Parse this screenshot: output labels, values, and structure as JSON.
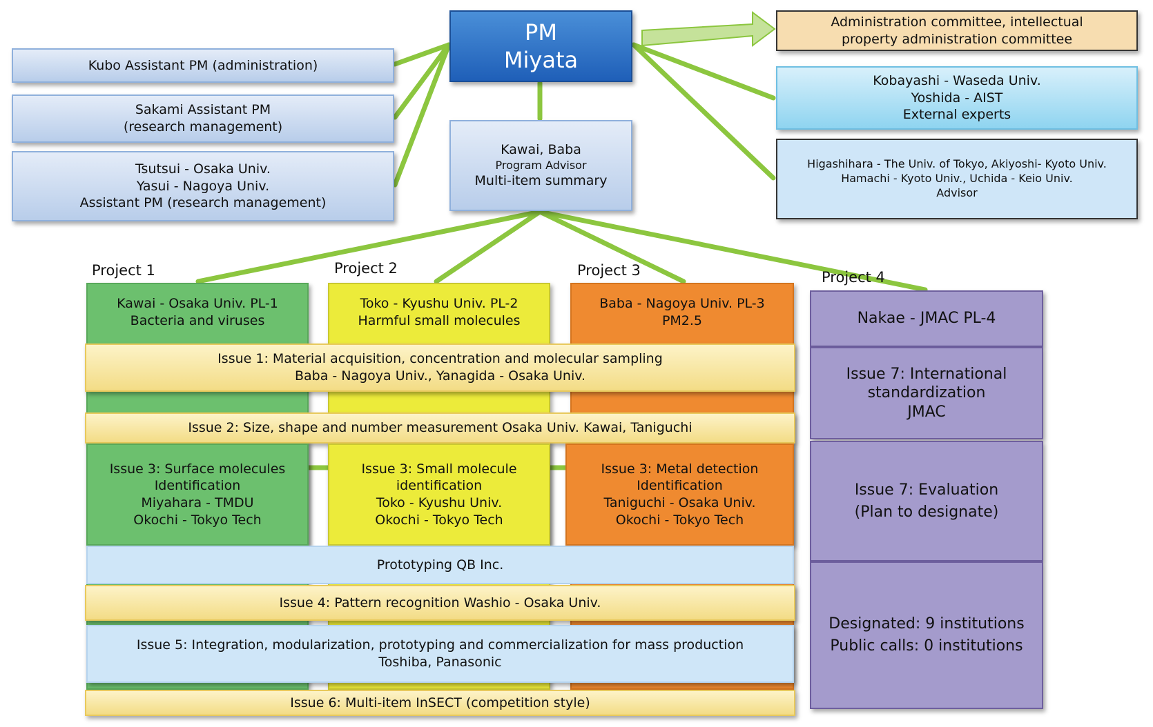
{
  "pm": {
    "line1": "PM",
    "line2": "Miyata"
  },
  "left_boxes": {
    "kubo": "Kubo Assistant PM (administration)",
    "sakami_1": "Sakami Assistant PM",
    "sakami_2": "(research management)",
    "tsutsui_1": "Tsutsui - Osaka Univ.",
    "tsutsui_2": "Yasui - Nagoya Univ.",
    "tsutsui_3": "Assistant PM (research management)"
  },
  "advisor": {
    "line1": "Kawai, Baba",
    "line2": "Program Advisor",
    "line3": "Multi-item summary"
  },
  "right_boxes": {
    "admin_1": "Administration committee, intellectual",
    "admin_2": "property administration committee",
    "experts_1": "Kobayashi - Waseda Univ.",
    "experts_2": "Yoshida - AIST",
    "experts_3": "External experts",
    "advisors_1": "Higashihara - The Univ. of Tokyo, Akiyoshi- Kyoto Univ.",
    "advisors_2": "Hamachi - Kyoto Univ., Uchida - Keio Univ.",
    "advisors_3": "Advisor"
  },
  "projects": {
    "p1_label": "Project 1",
    "p2_label": "Project 2",
    "p3_label": "Project 3",
    "p4_label": "Project 4",
    "p1_1": "Kawai - Osaka Univ. PL-1",
    "p1_2": "Bacteria and viruses",
    "p2_1": "Toko - Kyushu Univ. PL-2",
    "p2_2": "Harmful small molecules",
    "p3_1": "Baba - Nagoya Univ.  PL-3",
    "p3_2": "PM2.5",
    "p4_1": "Nakae - JMAC PL-4"
  },
  "issues": {
    "i1_1": "Issue 1: Material acquisition, concentration and molecular sampling",
    "i1_2": "Baba - Nagoya Univ., Yanagida - Osaka Univ.",
    "i2": "Issue 2: Size, shape and number measurement  Osaka Univ. Kawai, Taniguchi",
    "i3a_1": "Issue 3: Surface molecules",
    "i3a_2": "Identification",
    "i3a_3": "Miyahara - TMDU",
    "i3a_4": "Okochi  - Tokyo Tech",
    "i3b_1": "Issue 3: Small molecule",
    "i3b_2": "identification",
    "i3b_3": "Toko - Kyushu Univ.",
    "i3b_4": "Okochi - Tokyo Tech",
    "i3c_1": "Issue 3: Metal detection",
    "i3c_2": "Identification",
    "i3c_3": "Taniguchi  - Osaka Univ.",
    "i3c_4": "Okochi - Tokyo Tech",
    "proto": "Prototyping  QB Inc.",
    "i4": "Issue 4: Pattern recognition Washio  - Osaka Univ.",
    "i5_1": "Issue 5: Integration, modularization, prototyping and commercialization for mass production",
    "i5_2": "Toshiba, Panasonic",
    "i6": "Issue 6: Multi-item InSECT (competition style)",
    "i7a_1": "Issue 7: International",
    "i7a_2": "standardization",
    "i7a_3": "JMAC",
    "i7b_1": "Issue 7: Evaluation",
    "i7b_2": "(Plan to designate)",
    "designated": "Designated: 9 institutions",
    "public": "Public calls: 0 institutions"
  },
  "colors": {
    "connector": "#8cc63f",
    "pm_blue": "#1f5fb8",
    "project1": "#6cc06e",
    "project2": "#eceb3a",
    "project3": "#ef8a30",
    "project4": "#a49bcc"
  }
}
